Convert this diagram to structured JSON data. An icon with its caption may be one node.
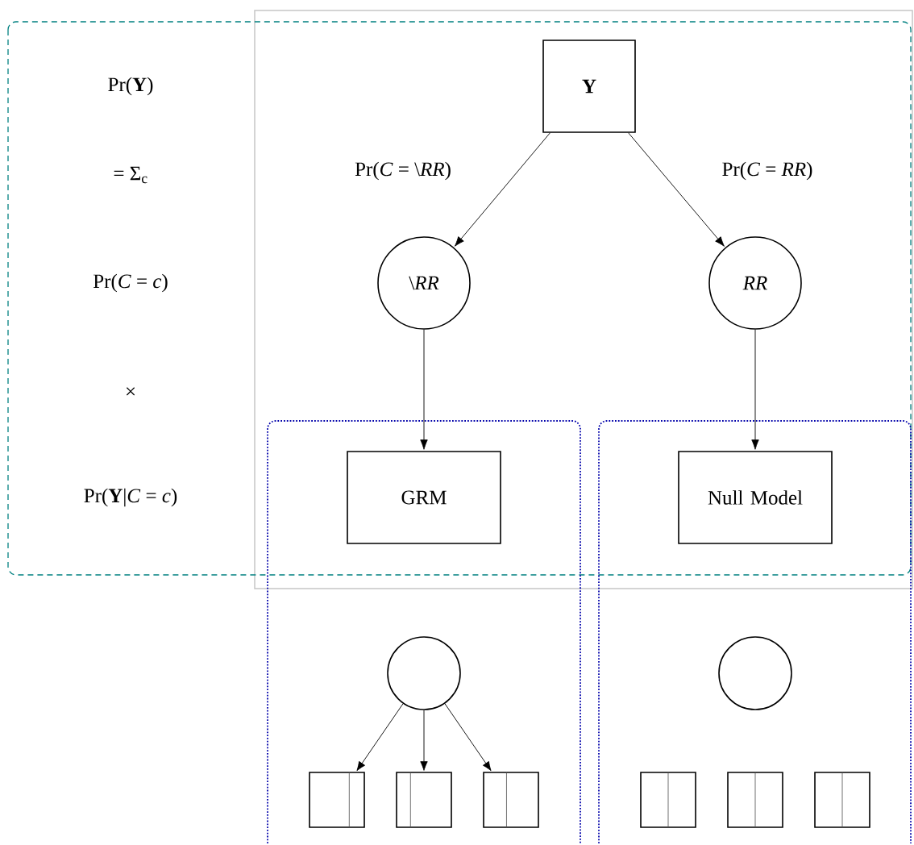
{
  "diagram": {
    "nodes": [
      {
        "text": [
          "Y"
        ]
      },
      {
        "text": [
          "\\*RR*"
        ]
      },
      {
        "text": [
          "*RR*"
        ]
      },
      {
        "text": [
          "GRM"
        ]
      },
      {
        "text": [
          "Null Model"
        ]
      },
      {
        "text": [],
        "shape": "circle"
      },
      {
        "text": [],
        "shape": "circle"
      },
      {
        "text": [],
        "shape": "box"
      },
      {
        "text": [],
        "shape": "box"
      },
      {
        "text": [],
        "shape": "box"
      },
      {
        "text": [],
        "shape": "box"
      },
      {
        "text": [],
        "shape": "box"
      },
      {
        "text": [],
        "shape": "box"
      }
    ],
    "edges": [
      {
        "from": 0,
        "to": 1,
        "arrow": "to",
        "label": "Pr(*C* = \\*RR*)"
      },
      {
        "from": 0,
        "to": 2,
        "arrow": "to",
        "label": "Pr(*C* = *RR*)"
      },
      {
        "from": 1,
        "to": 3,
        "arrow": "to"
      },
      {
        "from": 2,
        "to": 4,
        "arrow": "to"
      },
      {
        "from": 5,
        "to": 7,
        "arrow": "to"
      },
      {
        "from": 5,
        "to": 8,
        "arrow": "to"
      },
      {
        "from": 5,
        "to": 9,
        "arrow": "to"
      }
    ],
    "labels": [
      "Pr(**Y**)",
      "= Σ$_{c}$",
      "Pr(*C* = *c*)",
      "×",
      "Pr(**Y**|*C* = *c*)"
    ]
  }
}
